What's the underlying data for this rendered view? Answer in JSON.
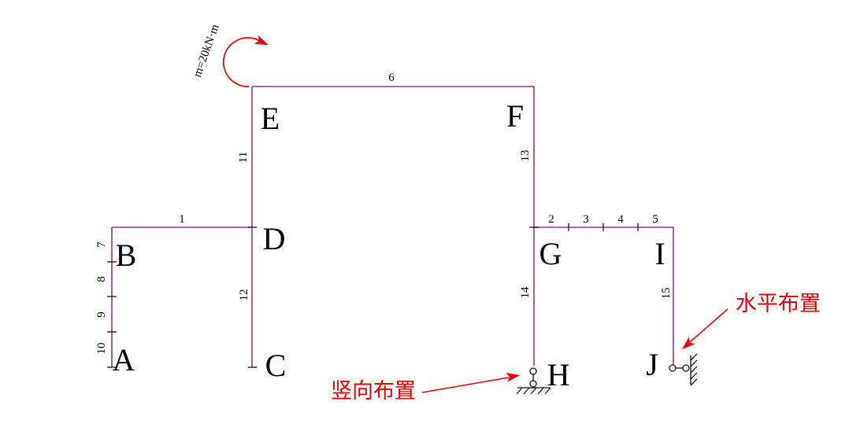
{
  "moment": {
    "label": "m=20kN·m"
  },
  "nodes": {
    "A": "A",
    "B": "B",
    "C": "C",
    "D": "D",
    "E": "E",
    "F": "F",
    "G": "G",
    "H": "H",
    "I": "I",
    "J": "J"
  },
  "members": {
    "1": "1",
    "2": "2",
    "3": "3",
    "4": "4",
    "5": "5",
    "6": "6",
    "7": "7",
    "8": "8",
    "9": "9",
    "10": "10",
    "11": "11",
    "12": "12",
    "13": "13",
    "14": "14",
    "15": "15"
  },
  "annotations": {
    "vertical_support": "竖向布置",
    "horizontal_support": "水平布置"
  },
  "colors": {
    "member_line": "#993399",
    "annotation_red": "#ee0000",
    "text_black": "#000000",
    "background": "#ffffff"
  }
}
